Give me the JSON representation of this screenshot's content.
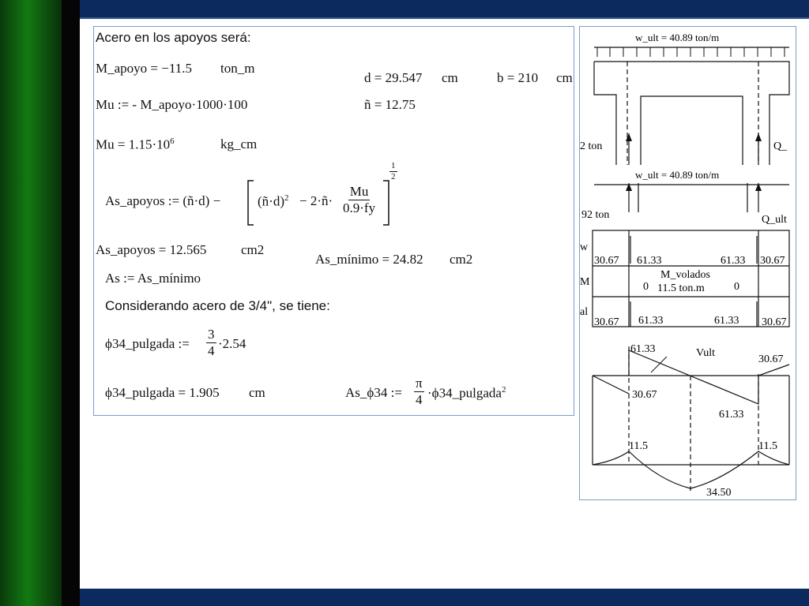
{
  "calc": {
    "heading": "Acero en los apoyos será:",
    "m_apoyo": "M_apoyo = −11.5",
    "m_apoyo_unit": "ton_m",
    "d_value": "d = 29.547",
    "d_unit": "cm",
    "b_value": "b = 210",
    "b_unit": "cm",
    "mu_def": "Mu := - M_apoyo·1000·100",
    "n_value": "ñ = 12.75",
    "mu_result": "Mu = 1.15·10",
    "mu_exp": "6",
    "mu_unit": "kg_cm",
    "as_formula_lhs": "As_apoyos := (ñ·d) −",
    "as_formula_sq": "(ñ·d)",
    "as_formula_sq_exp": "2",
    "as_formula_mid": "− 2·ñ·",
    "as_formula_num": "Mu",
    "as_formula_den": "0.9·fy",
    "as_formula_pow_num": "1",
    "as_formula_pow_den": "2",
    "as_apoyos_result": "As_apoyos = 12.565",
    "as_apoyos_unit": "cm2",
    "as_minimo": "As_mínimo = 24.82",
    "as_minimo_unit": "cm2",
    "as_assign": "As := As_mínimo",
    "considering": "Considerando acero de 3/4\", se tiene:",
    "phi_def_lhs": "ϕ34_pulgada :=",
    "phi_def_num": "3",
    "phi_def_den": "4",
    "phi_def_rhs": "·2.54",
    "phi_result": "ϕ34_pulgada = 1.905",
    "phi_unit": "cm",
    "as_phi_lhs": "As_ϕ34 :=",
    "as_phi_num": "π",
    "as_phi_den": "4",
    "as_phi_rhs": "·ϕ34_pulgada",
    "as_phi_exp": "2"
  },
  "diagram": {
    "load_label_1": "w_ult = 40.89 ton/m",
    "load_label_2": "w_ult = 40.89 ton/m",
    "left_reaction_1": "2 ton",
    "right_reaction_1": "Q_",
    "left_reaction_2": "92 ton",
    "right_reaction_2": "Q_ult",
    "row_w": "w",
    "row_m": "M",
    "row_al": "al",
    "w_values": [
      "30.67",
      "61.33",
      "61.33",
      "30.67"
    ],
    "m_values": [
      "0",
      "0"
    ],
    "m_center_line1": "M_volados",
    "m_center_line2": "11.5 ton.m",
    "final_values": [
      "30.67",
      "61.33",
      "61.33",
      "30.67"
    ],
    "shear_top_left": "61.33",
    "shear_vult": "Vult",
    "shear_top_right": "30.67",
    "shear_mid_left": "30.67",
    "shear_mid_right": "61.33",
    "moment_left": "11.5",
    "moment_right": "11.5",
    "moment_mid": "34.50"
  }
}
